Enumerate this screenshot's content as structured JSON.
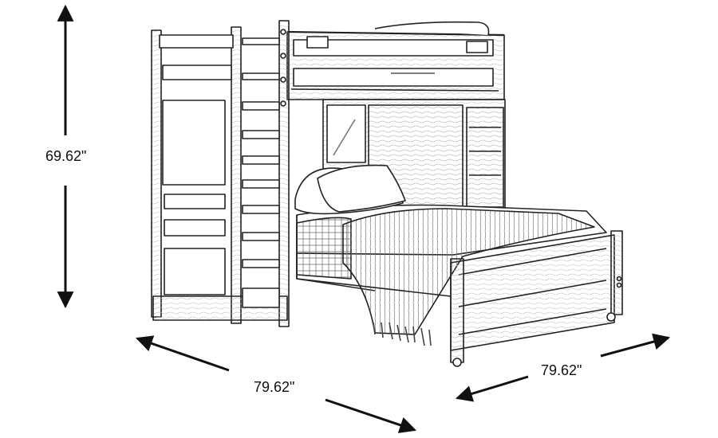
{
  "dimensions": {
    "height": "69.62\"",
    "width": "79.62\"",
    "depth": "79.62\""
  },
  "colors": {
    "line": "#222222",
    "arrow": "#111111",
    "wood_fill": "#f4f4f2",
    "background": "#ffffff"
  },
  "icons": {
    "arrow": "double-headed-arrow",
    "furniture": "loft-bunk-bed-line-drawing"
  }
}
